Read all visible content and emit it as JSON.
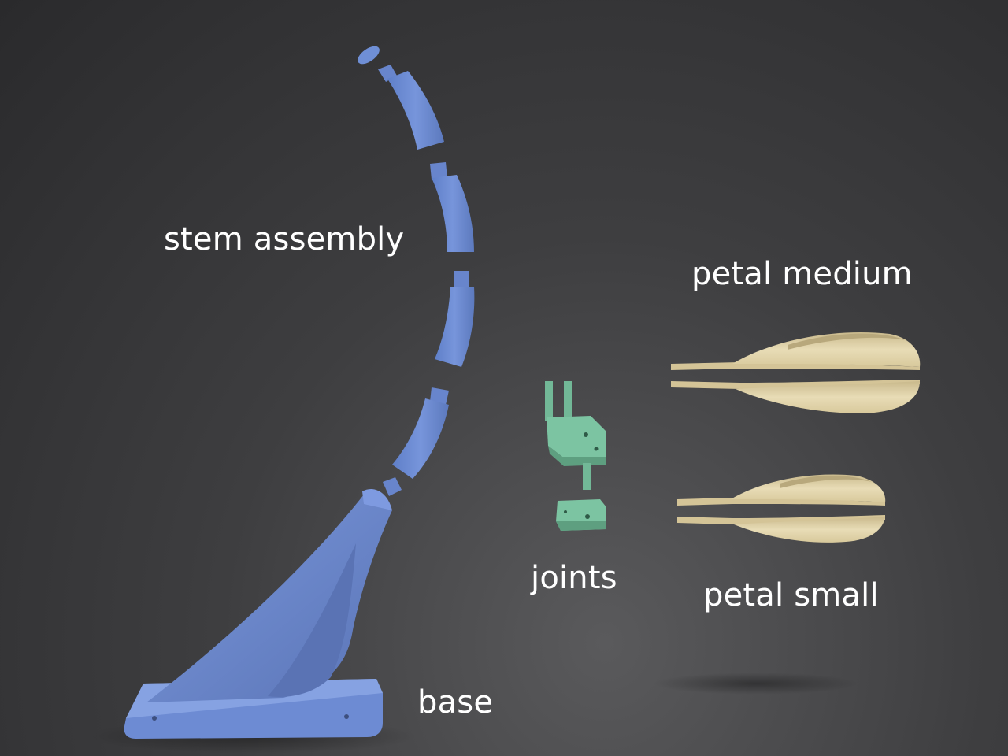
{
  "labels": {
    "stem_assembly": "stem assembly",
    "petal_medium": "petal medium",
    "joints": "joints",
    "petal_small": "petal small",
    "base": "base"
  },
  "colors": {
    "background": "#3a3a3c",
    "stem_blue": "#6f8fd6",
    "joint_green": "#7cc4a2",
    "petal_cream": "#e1d4ac",
    "label_text": "#ffffff"
  }
}
